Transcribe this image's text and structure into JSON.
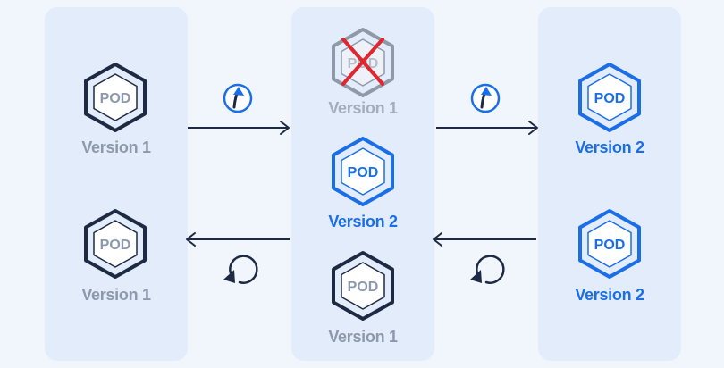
{
  "colors": {
    "background": "#f1f6fd",
    "panel": "#e3ecfa",
    "old_version": "#1e2a44",
    "old_label": "#8c98ab",
    "new_version": "#1a6ee8",
    "faded": "#8e99aa",
    "cross": "#e0262e"
  },
  "pod_badge": "POD",
  "columns": {
    "left": {
      "pods": [
        {
          "version": "Version 1",
          "state": "old"
        },
        {
          "version": "Version 1",
          "state": "old"
        }
      ]
    },
    "middle": {
      "pods": [
        {
          "version": "Version 1",
          "state": "terminated"
        },
        {
          "version": "Version 2",
          "state": "new"
        },
        {
          "version": "Version 1",
          "state": "old"
        }
      ]
    },
    "right": {
      "pods": [
        {
          "version": "Version 2",
          "state": "new"
        },
        {
          "version": "Version 2",
          "state": "new"
        }
      ]
    }
  },
  "icons": {
    "upgrade": "upgrade-arrow-icon",
    "rollback": "rollback-icon",
    "terminate": "cross-icon"
  }
}
